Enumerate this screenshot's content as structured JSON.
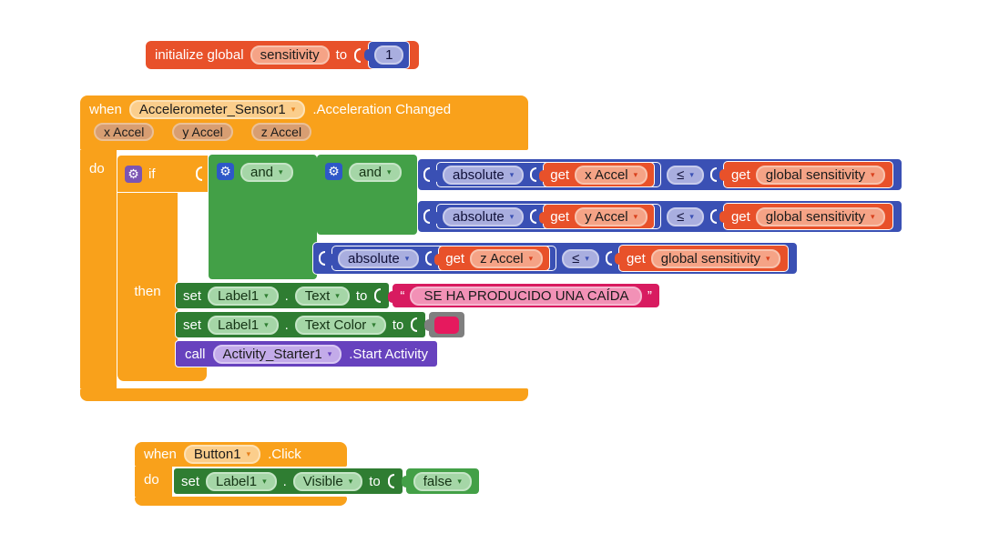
{
  "colors": {
    "canvas_bg": "#ffffff",
    "event_orange": "#F9A11B",
    "variable_red": "#E8512A",
    "math_blue": "#3A50B4",
    "logic_green": "#43A047",
    "setter_green": "#2F7D32",
    "text_pink": "#D81B60",
    "procedure_purple": "#6742BE",
    "color_block_gray": "#7F7F7F",
    "color_swatch": "#E6195E"
  },
  "icons": {
    "mutator_gear": "⚙",
    "dropdown_arrow": "▾"
  },
  "init_block": {
    "label": "initialize global",
    "variable": "sensitivity",
    "to": "to",
    "value": "1"
  },
  "accel_event": {
    "when": "when",
    "component": "Accelerometer_Sensor1",
    "event": ".Acceleration Changed",
    "params": [
      "x Accel",
      "y Accel",
      "z Accel"
    ],
    "do": "do",
    "if_label": "if",
    "then_label": "then",
    "and_label": "and",
    "conditions": [
      {
        "fn": "absolute",
        "get": "get",
        "variable": "x Accel",
        "operator": "≤",
        "get2": "get",
        "variable2": "global sensitivity"
      },
      {
        "fn": "absolute",
        "get": "get",
        "variable": "y Accel",
        "operator": "≤",
        "get2": "get",
        "variable2": "global sensitivity"
      },
      {
        "fn": "absolute",
        "get": "get",
        "variable": "z Accel",
        "operator": "≤",
        "get2": "get",
        "variable2": "global sensitivity"
      }
    ],
    "set_text": {
      "set": "set",
      "component": "Label1",
      "dot": ".",
      "property": "Text",
      "to": "to",
      "open_quote": "“",
      "close_quote": "”",
      "value": " SE HA PRODUCIDO UNA CAÍDA "
    },
    "set_text_color": {
      "set": "set",
      "component": "Label1",
      "dot": ".",
      "property": "Text Color",
      "to": "to",
      "swatch_color": "#E6195E"
    },
    "call": {
      "call": "call",
      "component": "Activity_Starter1",
      "method": ".Start Activity"
    }
  },
  "button_event": {
    "when": "when",
    "component": "Button1",
    "event": ".Click",
    "do": "do",
    "set_visible": {
      "set": "set",
      "component": "Label1",
      "dot": ".",
      "property": "Visible",
      "to": "to"
    },
    "value": "false"
  }
}
